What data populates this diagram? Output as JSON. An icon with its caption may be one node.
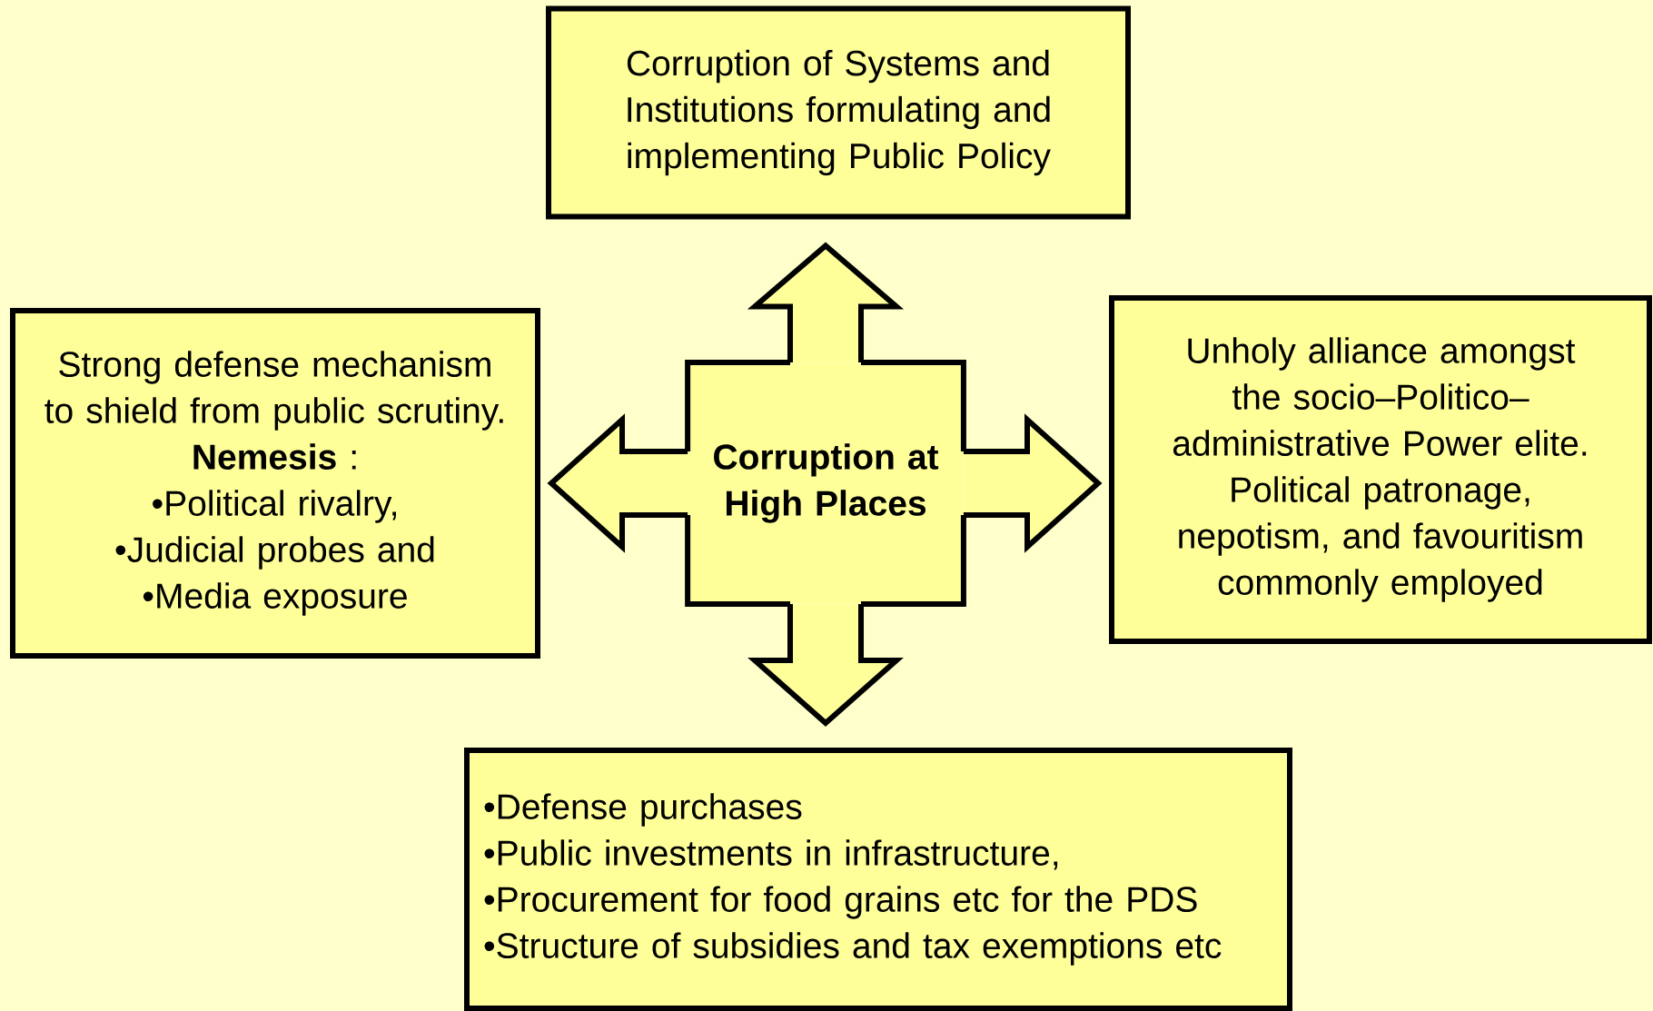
{
  "diagram": {
    "nodes": [
      {
        "text": [
          "Corruption at High Places"
        ]
      },
      {
        "text": [
          "Corruption of Systems and Institutions formulating and implementing Public Policy"
        ]
      },
      {
        "text": [
          "Strong defense mechanism to shield from public scrutiny.",
          "**Nemesis** :",
          "•Political rivalry,",
          "•Judicial probes and",
          "•Media exposure"
        ]
      },
      {
        "text": [
          "Unholy alliance amongst the socio–Politico–administrative Power elite.",
          "Political patronage, nepotism, and favouritism commonly employed"
        ]
      },
      {
        "text": [
          "•Defense purchases",
          "•Public investments in infrastructure,",
          "•Procurement for food grains etc for the PDS",
          "•Structure of subsidies and tax exemptions etc"
        ]
      }
    ],
    "edges": [
      {
        "from": 0,
        "to": 1,
        "arrow": "to"
      },
      {
        "from": 0,
        "to": 2,
        "arrow": "to"
      },
      {
        "from": 0,
        "to": 3,
        "arrow": "to"
      },
      {
        "from": 0,
        "to": 4,
        "arrow": "to"
      }
    ]
  }
}
